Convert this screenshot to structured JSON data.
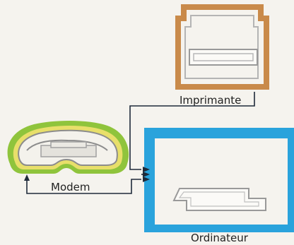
{
  "labels": {
    "printer": "Imprimante",
    "modem": "Modem",
    "computer": "Ordinateur"
  },
  "icons": {
    "printer": "printer-icon",
    "modem": "telephone-modem-icon",
    "computer": "computer-icon"
  },
  "colors": {
    "background": "#f5f3ee",
    "printer": "#c98a4a",
    "computer": "#2aa3dc",
    "modem_glow": "#8fc43c",
    "modem_glow_inner": "#e8df6a",
    "line": "#1f2a3a",
    "outline": "#9a9a9a"
  }
}
